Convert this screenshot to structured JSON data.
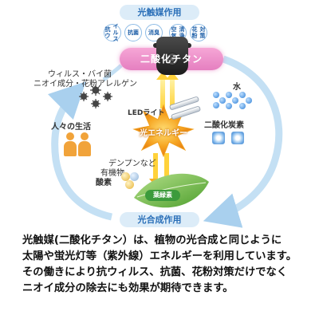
{
  "diagram": {
    "top_title": "光触媒作用",
    "effects": [
      {
        "line1": "抗ウ",
        "line2": "イルス"
      },
      {
        "line1": "抗菌",
        "line2": ""
      },
      {
        "line1": "消臭",
        "line2": ""
      },
      {
        "line1": "空気",
        "line2": "清浄"
      },
      {
        "line1": "花粉",
        "line2": "対策"
      }
    ],
    "catalyst_label": "二酸化チタン",
    "virus_label_line1": "ウィルス・バイ菌",
    "virus_label_line2": "ニオイ成分・花粉アレルゲン",
    "led_label": "LEDライト",
    "water_label": "水",
    "co2_label": "二酸化炭素",
    "light_energy": "光エネルギー",
    "life_label": "人々の生活",
    "starch_line1": "デンプンなど",
    "starch_line2": "有機物",
    "oxygen_label": "酸素",
    "leaf_label": "葉緑素",
    "bottom_title": "光合成作用",
    "colors": {
      "accent_blue": "#2a6fb8",
      "catalyst_pink": "#e57fc0",
      "sun_orange": "#f39a1d",
      "leaf_green": "#6fc04b",
      "people_orange": "#f1a33a"
    }
  },
  "caption": {
    "line1": "光触媒(二酸化チタン）は、植物の光合成と同じように",
    "line2": "太陽や蛍光灯等（紫外線）エネルギーを利用しています。",
    "line3": "その働きにより抗ウィルス、抗菌、花粉対策だけでなく",
    "line4": "ニオイ成分の除去にも効果が期待できます。"
  }
}
